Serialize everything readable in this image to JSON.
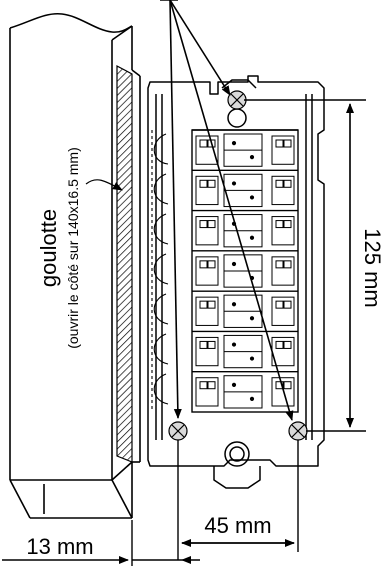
{
  "labels": {
    "goulotte": "goulotte",
    "goulotte_note": "(ouvrir le côté sur 140x16.5 mm)",
    "height_dim": "125 mm",
    "width_dim": "45 mm",
    "offset_dim": "13 mm"
  },
  "terminal_rows": 7
}
